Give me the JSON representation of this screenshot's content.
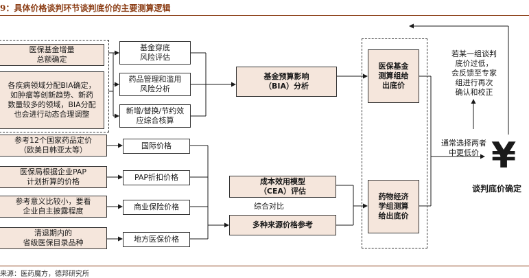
{
  "header": {
    "title": "9：具体价格谈判环节谈判底价的主要测算逻辑"
  },
  "diagram": {
    "left_inputs": {
      "fund_total": "医保基金增量\n总额确定",
      "disease_bia": "各疾病领域分配BIA确定，\n如肿瘤等创新趋势、新药\n数量较多的领域，BIA分配\n也会进行动态合理调整",
      "intl_ref": "参考12个国家药品定价\n（欧美日韩亚太等）",
      "pap_calc": "医保局根据企业PAP\n计划折算的价格",
      "commercial_ref": "参考意义比较小，要看\n企业自主披露程度",
      "catalog_drugs": "清退期内的\n省级医保目录品种"
    },
    "mid_boxes": {
      "fund_risk": "基金穿底\n风险评估",
      "drug_mgmt": "药品管理和滥用\n风险分析",
      "new_replace": "新增/替换/节约效\n应综合核算",
      "intl_price": "国际价格",
      "pap_price": "PAP折扣价格",
      "commercial_price": "商业保险价格",
      "local_price": "地方医保价格"
    },
    "core": {
      "bia": "基金预算影响\n（BIA）分析",
      "cea": "成本效用模型\n（CEA）评估",
      "compare_label": "综合对比",
      "multi_source": "多种来源价格参考"
    },
    "groups": {
      "fund_group": "医保基金\n测算组给\n出底价",
      "pharma_group": "药物经济\n学组测算\n给出底价"
    },
    "right": {
      "feedback": "若某一组谈判\n底价过低，\n会反馈至专家\n组进行再次\n确认和校正",
      "choose_lower": "通常选择两者\n中更低价",
      "yen_symbol": "¥",
      "final": "谈判底价确定"
    }
  },
  "footer": {
    "source": "来源：医药魔方，德邦研究所"
  },
  "colors": {
    "accent": "#8a3b12",
    "box_fill": "#f5e6dc",
    "line": "#1a1a1a"
  }
}
